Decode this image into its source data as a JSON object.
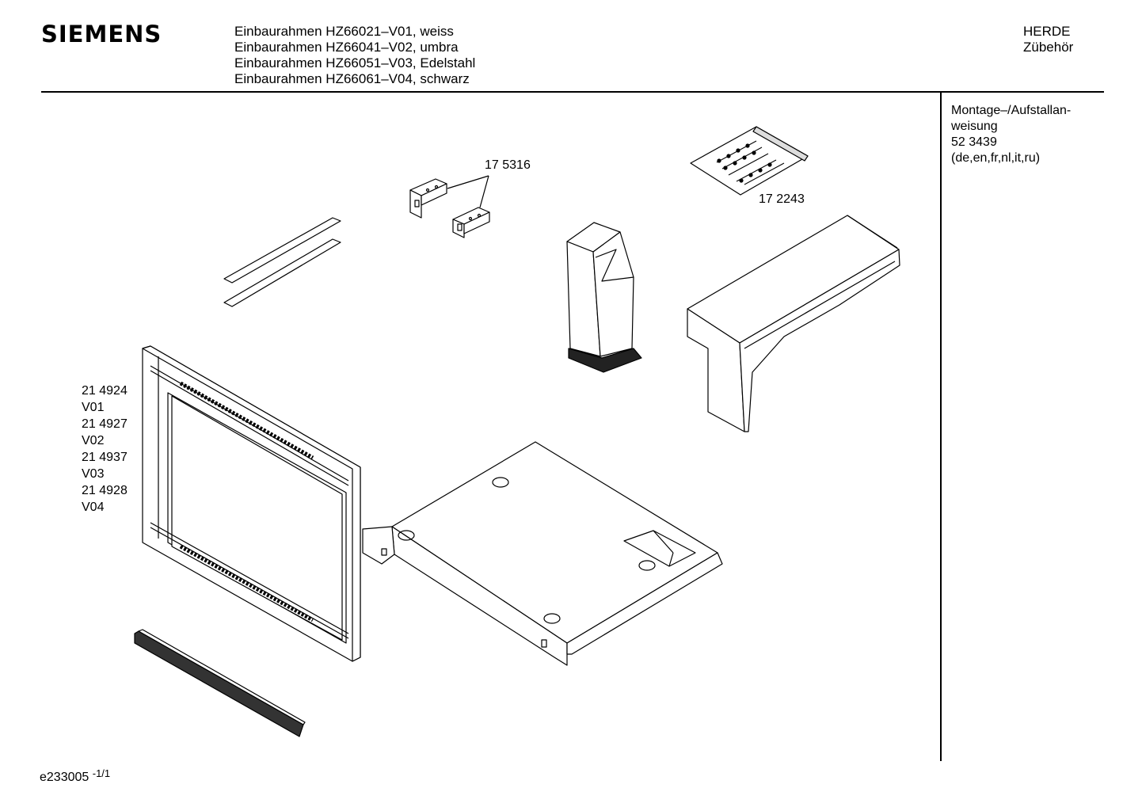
{
  "header": {
    "brand": "SIEMENS",
    "titles": [
      "Einbaurahmen HZ66021–V01, weiss",
      "Einbaurahmen HZ66041–V02, umbra",
      "Einbaurahmen HZ66051–V03, Edelstahl",
      "Einbaurahmen HZ66061–V04, schwarz"
    ],
    "category_line1": "HERDE",
    "category_line2": "Zübehör"
  },
  "sidebar": {
    "lines": [
      "Montage–/Aufstallan-",
      "weisung",
      "52 3439",
      "(de,en,fr,nl,it,ru)"
    ]
  },
  "parts": {
    "brackets": "17 5316",
    "screws_bag": "17 2243",
    "frame_variants": [
      "21 4924",
      "V01",
      "21 4927",
      "V02",
      "21 4937",
      "V03",
      "21 4928",
      "V04"
    ]
  },
  "footer": {
    "doc_id": "e233005",
    "page": "-1/1"
  }
}
